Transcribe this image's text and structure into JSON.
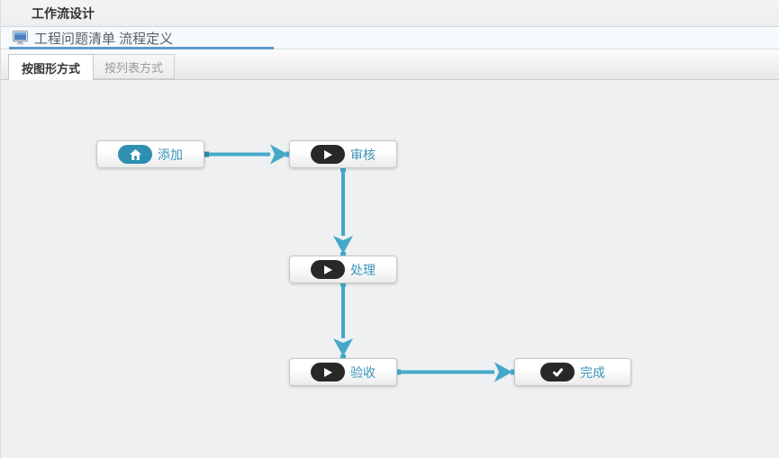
{
  "header": {
    "title": "工作流设计"
  },
  "subheader": {
    "icon": "monitor-icon",
    "title": "工程问题清单 流程定义"
  },
  "tabs": [
    {
      "label": "按图形方式",
      "active": true
    },
    {
      "label": "按列表方式",
      "active": false
    }
  ],
  "flow": {
    "nodes": [
      {
        "id": "add",
        "label": "添加",
        "icon": "home-icon"
      },
      {
        "id": "review",
        "label": "审核",
        "icon": "play-icon"
      },
      {
        "id": "process",
        "label": "处理",
        "icon": "play-icon"
      },
      {
        "id": "accept",
        "label": "验收",
        "icon": "play-icon"
      },
      {
        "id": "complete",
        "label": "完成",
        "icon": "check-icon"
      }
    ],
    "edges": [
      {
        "from": "添加",
        "to": "审核"
      },
      {
        "from": "审核",
        "to": "处理"
      },
      {
        "from": "处理",
        "to": "验收"
      },
      {
        "from": "验收",
        "to": "完成"
      }
    ]
  },
  "colors": {
    "connector": "#44a9c8",
    "node_label": "#3a96bb",
    "add_icon_bg": "#2e8fb1",
    "dark_icon_bg": "#282828",
    "underline": "#5f9bc9",
    "canvas_bg": "#eef0f2"
  }
}
